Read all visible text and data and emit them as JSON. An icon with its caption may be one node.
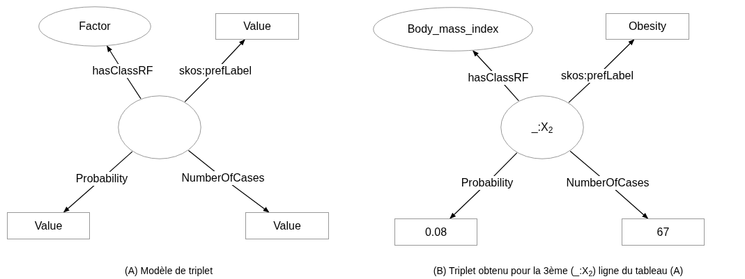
{
  "diagram": {
    "nodes": [
      {
        "text": [
          "Factor"
        ]
      },
      {
        "text": [
          "Value"
        ]
      },
      {
        "text": [],
        "shape": "ellipse"
      },
      {
        "text": [
          "Value"
        ]
      },
      {
        "text": [
          "Value"
        ]
      },
      {
        "text": [
          "Body_mass_index"
        ]
      },
      {
        "text": [
          "Obesity"
        ]
      },
      {
        "text": [
          "_:X$_{2}$"
        ]
      },
      {
        "text": [
          "0.08"
        ]
      },
      {
        "text": [
          "67"
        ]
      }
    ],
    "edges": [
      {
        "from": 2,
        "to": 0,
        "arrow": "to",
        "label": "hasClassRF"
      },
      {
        "from": 2,
        "to": 1,
        "arrow": "to",
        "label": "skos:prefLabel"
      },
      {
        "from": 2,
        "to": 3,
        "arrow": "to",
        "label": "Probability"
      },
      {
        "from": 2,
        "to": 4,
        "arrow": "to",
        "label": "NumberOfCases"
      },
      {
        "from": 7,
        "to": 5,
        "arrow": "to",
        "label": "hasClassRF"
      },
      {
        "from": 7,
        "to": 6,
        "arrow": "to",
        "label": "skos:prefLabel"
      },
      {
        "from": 7,
        "to": 8,
        "arrow": "to",
        "label": "Probability"
      },
      {
        "from": 7,
        "to": 9,
        "arrow": "to",
        "label": "NumberOfCases"
      }
    ],
    "labels": [
      "(A) Modèle de triplet",
      "(B) Triplet obtenu pour la 3ème (_:X$_{2}$) ligne du tableau (A)"
    ]
  }
}
